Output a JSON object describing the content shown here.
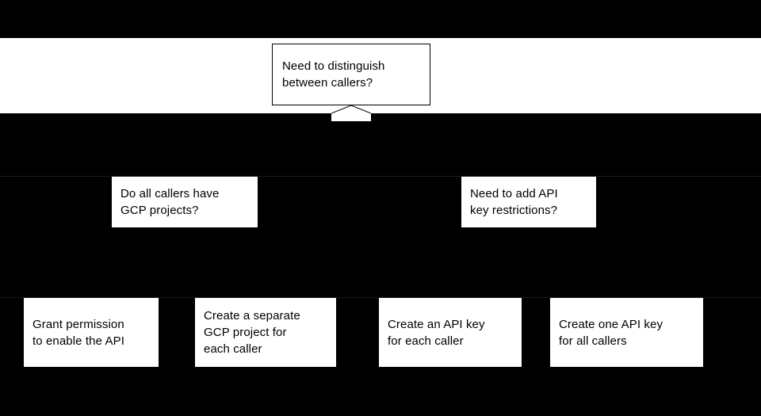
{
  "canvas": {
    "background_color": "#000000",
    "node_fill_color": "#ffffff",
    "node_text_color": "#000000",
    "node_border_color": "#000000"
  },
  "diagram": {
    "root": {
      "text": "Need to distinguish\nbetween callers?",
      "connector_icon": "arrowhead-down-icon"
    },
    "decisions": [
      {
        "text": "Do all callers have\nGCP projects?"
      },
      {
        "text": "Need to add API\nkey restrictions?"
      }
    ],
    "outcomes": [
      {
        "text": "Grant permission\nto enable the API"
      },
      {
        "text": "Create a separate\nGCP project for\neach caller"
      },
      {
        "text": "Create an API key\nfor each caller"
      },
      {
        "text": "Create one API key\nfor all callers"
      }
    ]
  }
}
